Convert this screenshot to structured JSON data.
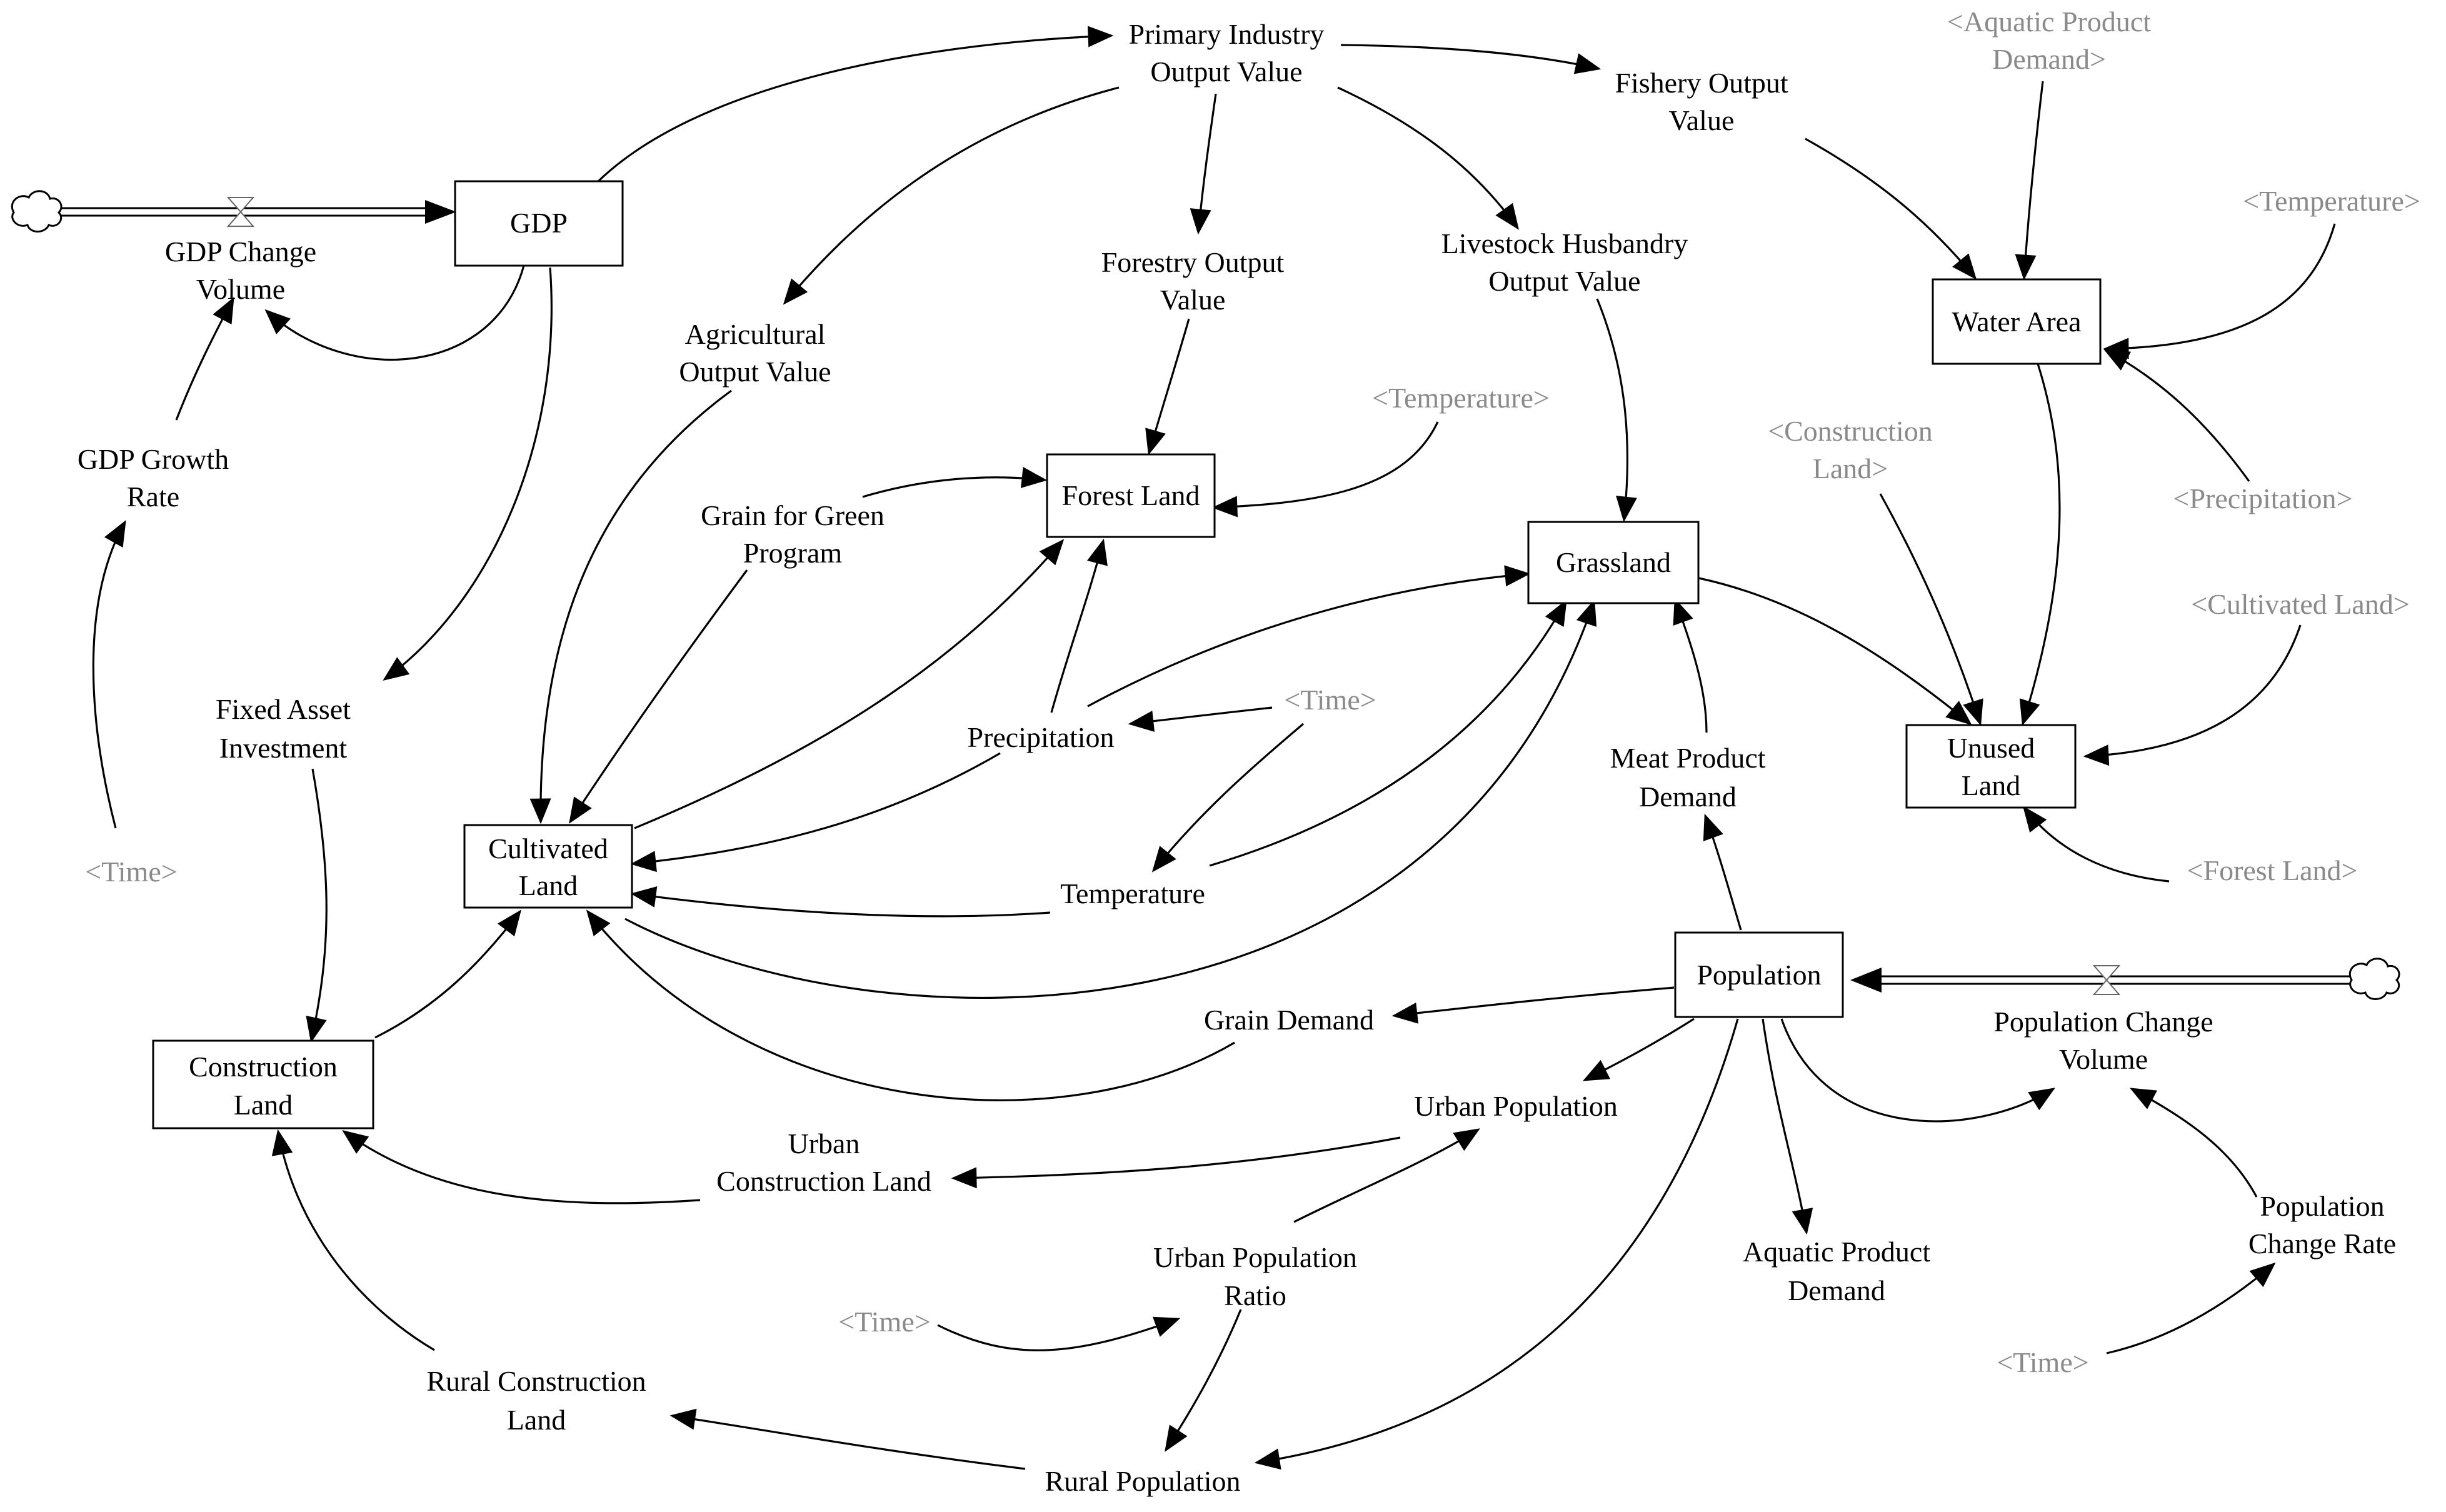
{
  "stocks": {
    "gdp": "GDP",
    "forest_land": "Forest Land",
    "grassland": "Grassland",
    "water_area": "Water Area",
    "unused_land": [
      "Unused",
      "Land"
    ],
    "cultivated_land": [
      "Cultivated",
      "Land"
    ],
    "construction_land": [
      "Construction",
      "Land"
    ],
    "population": "Population"
  },
  "flows": {
    "gdp_change_volume": [
      "GDP Change",
      "Volume"
    ],
    "population_change_volume": [
      "Population Change",
      "Volume"
    ]
  },
  "variables": {
    "primary_industry_output_value": [
      "Primary Industry",
      "Output Value"
    ],
    "fishery_output_value": [
      "Fishery Output",
      "Value"
    ],
    "agricultural_output_value": [
      "Agricultural",
      "Output Value"
    ],
    "forestry_output_value": [
      "Forestry Output",
      "Value"
    ],
    "livestock_husbandry_output_value": [
      "Livestock Husbandry",
      "Output Value"
    ],
    "gdp_growth_rate": [
      "GDP Growth",
      "Rate"
    ],
    "grain_for_green_program": [
      "Grain for Green",
      "Program"
    ],
    "fixed_asset_investment": [
      "Fixed Asset",
      "Investment"
    ],
    "precipitation": "Precipitation",
    "temperature": "Temperature",
    "meat_product_demand": [
      "Meat Product",
      "Demand"
    ],
    "grain_demand": "Grain Demand",
    "urban_population": "Urban Population",
    "urban_construction_land": [
      "Urban",
      "Construction Land"
    ],
    "urban_population_ratio": [
      "Urban Population",
      "Ratio"
    ],
    "aquatic_product_demand": [
      "Aquatic Product",
      "Demand"
    ],
    "population_change_rate": [
      "Population",
      "Change Rate"
    ],
    "rural_construction_land": [
      "Rural Construction",
      "Land"
    ],
    "rural_population": "Rural Population"
  },
  "shadow_variables": {
    "aquatic_product_demand": [
      "<Aquatic Product",
      "Demand>"
    ],
    "temperature_top": "<Temperature>",
    "temperature_mid": "<Temperature>",
    "construction_land": [
      "<Construction",
      "Land>"
    ],
    "precipitation": "<Precipitation>",
    "cultivated_land": "<Cultivated Land>",
    "forest_land": "<Forest Land>",
    "time_center": "<Time>",
    "time_left": "<Time>",
    "time_bottom": "<Time>",
    "time_right": "<Time>"
  },
  "colors": {
    "ink": "#000000",
    "shadow_text": "#8a8a8a",
    "background": "#ffffff"
  }
}
